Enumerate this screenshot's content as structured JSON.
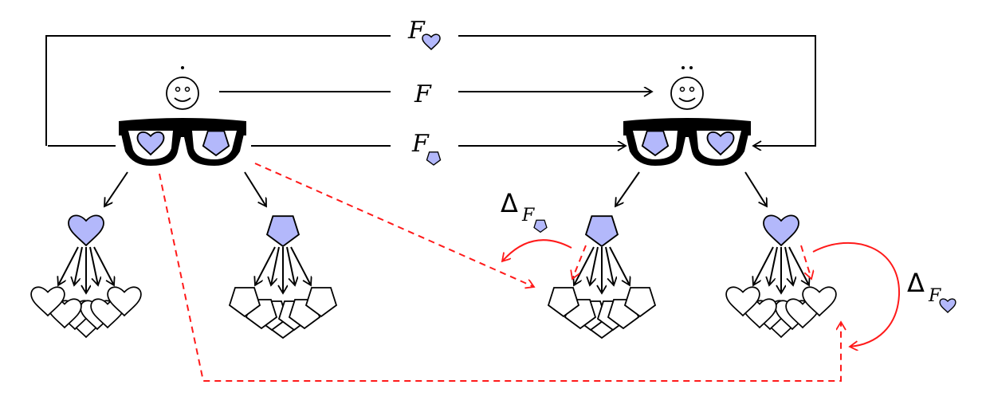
{
  "labels": {
    "f_heart": "F",
    "f": "F",
    "f_pentagon": "F",
    "delta_pentagon": "Δ",
    "delta_pentagon_sub": "F",
    "delta_heart": "Δ",
    "delta_heart_sub": "F"
  },
  "colors": {
    "fill": "#b3b8fb",
    "red": "#ff1a1a"
  },
  "icons": [
    "smiley-icon",
    "glasses-icon",
    "heart-icon",
    "pentagon-icon"
  ]
}
